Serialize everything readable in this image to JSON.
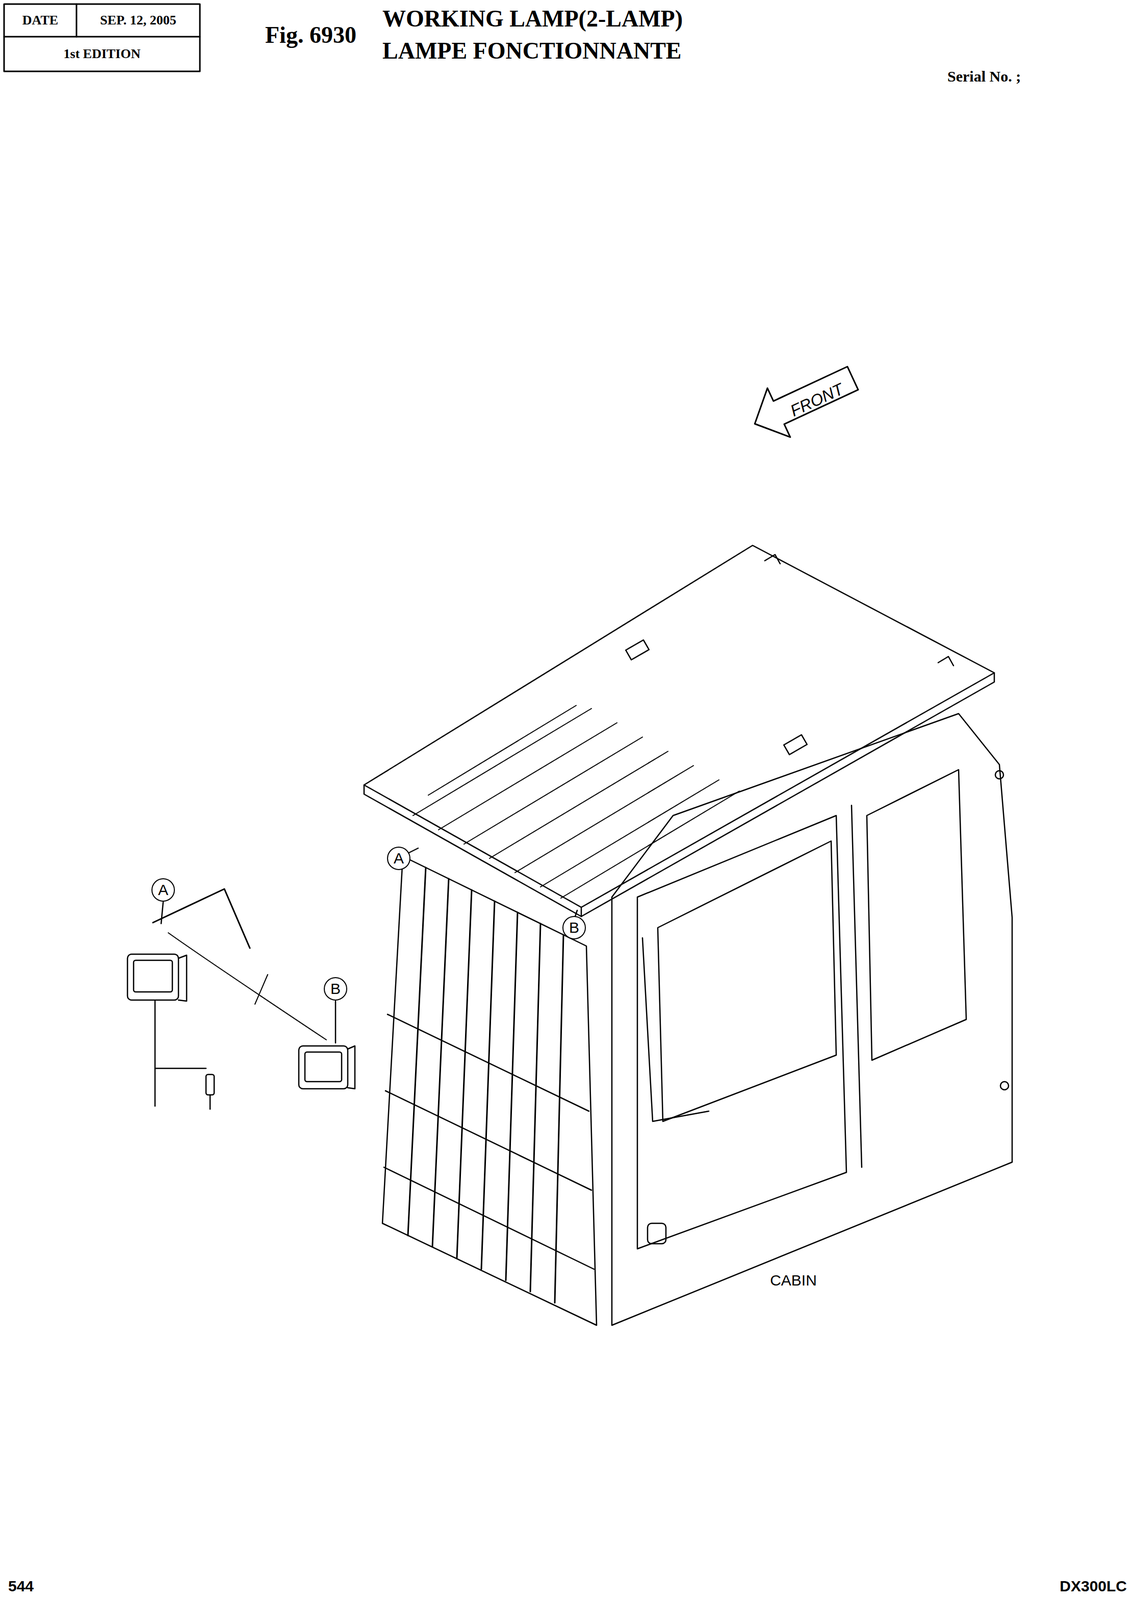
{
  "diagram": {
    "title": "WORKING LAMP(2-LAMP) LAMPE FONCTIONNANTE",
    "nodes": [
      {
        "text": [
          "FRONT"
        ]
      },
      {
        "text": [
          "A"
        ]
      },
      {
        "text": [
          "A"
        ]
      },
      {
        "text": [
          "B"
        ]
      },
      {
        "text": [
          "B"
        ]
      }
    ],
    "labels": [
      "DATE",
      "SEP. 12, 2005",
      "1st EDITION",
      "Fig. 6930",
      "Serial No. ;",
      "CABIN",
      "544",
      "DX300LC"
    ]
  }
}
